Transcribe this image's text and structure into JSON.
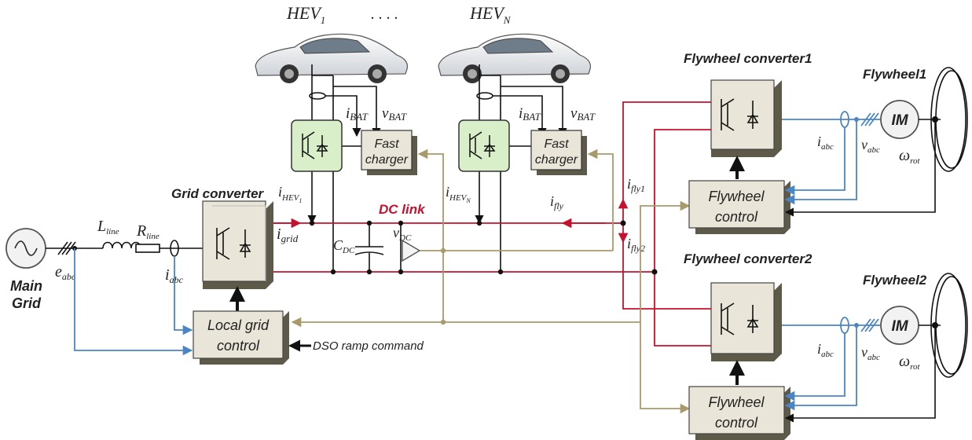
{
  "labels": {
    "hev1": "HEV",
    "hev1_sub": "1",
    "dots": ". . . .",
    "hevn": "HEV",
    "hevn_sub": "N",
    "grid_converter": "Grid converter",
    "dc_link": "DC link",
    "main_grid_1": "Main",
    "main_grid_2": "Grid",
    "flywheel_converter1": "Flywheel converter1",
    "flywheel_converter2": "Flywheel converter2",
    "flywheel1": "Flywheel1",
    "flywheel2": "Flywheel2",
    "im": "IM",
    "fast_charger_1": "Fast",
    "fast_charger_2": "charger",
    "flywheel_control_1": "Flywheel",
    "flywheel_control_2": "control",
    "local_grid_control_1": "Local grid",
    "local_grid_control_2": "control",
    "dso_ramp": "DSO ramp command"
  },
  "symbols": {
    "l_line": "L",
    "l_line_sub": "line",
    "r_line": "R",
    "r_line_sub": "line",
    "e_abc": "e",
    "e_abc_sub": "abc",
    "i_abc": "i",
    "i_abc_sub": "abc",
    "i_grid": "i",
    "i_grid_sub": "grid",
    "c_dc": "C",
    "c_dc_sub": "DC",
    "v_dc": "v",
    "v_dc_sub": "DC",
    "i_bat": "i",
    "i_bat_sub": "BAT",
    "v_bat": "v",
    "v_bat_sub": "BAT",
    "i_hev1": "i",
    "i_hev1_sub": "HEV",
    "i_hev1_subsub": "1",
    "i_hevn": "i",
    "i_hevn_sub": "HEV",
    "i_hevn_subsub": "N",
    "i_fly": "i",
    "i_fly_sub": "fly",
    "i_fly1": "i",
    "i_fly1_sub": "fly1",
    "i_fly2": "i",
    "i_fly2_sub": "fly2",
    "v_abc": "v",
    "v_abc_sub": "abc",
    "omega_rot": "ω",
    "omega_rot_sub": "rot"
  },
  "colors": {
    "dc_red": "#c8102e",
    "signal_blue": "#4a86c5",
    "control_olive": "#a89a6a",
    "block_fill": "#e9e5d8",
    "converter_green": "#d8efc9"
  }
}
